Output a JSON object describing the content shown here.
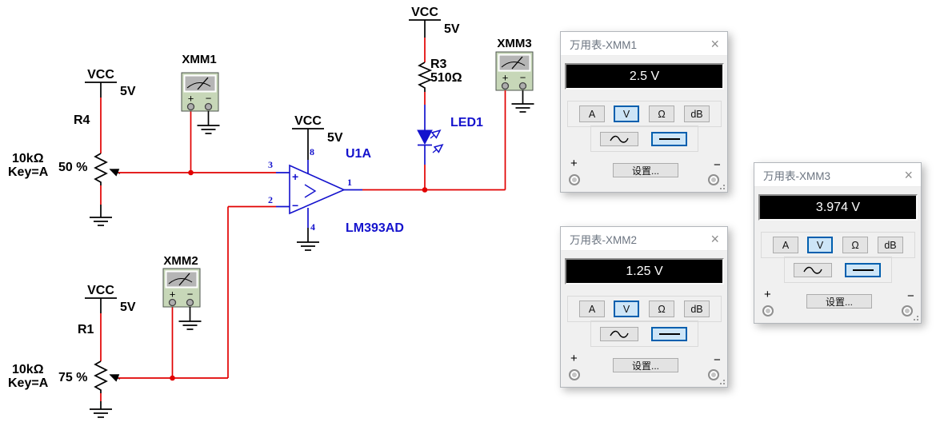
{
  "schematic": {
    "vcc": "VCC",
    "v5": "5V",
    "r4": {
      "ref": "R4",
      "value": "10kΩ",
      "key": "Key=A",
      "percent": "50 %"
    },
    "r1": {
      "ref": "R1",
      "value": "10kΩ",
      "key": "Key=A",
      "percent": "75 %"
    },
    "r3": {
      "ref": "R3",
      "value": "510Ω"
    },
    "led1": {
      "ref": "LED1"
    },
    "u1a": {
      "ref": "U1A",
      "part": "LM393AD",
      "pin1": "1",
      "pin2": "2",
      "pin3": "3",
      "pin4": "4",
      "pin8": "8",
      "noninv": "+",
      "inv": "−",
      "comparator": "&gt;"
    },
    "xmm1": {
      "label": "XMM1",
      "plus": "+",
      "minus": "−"
    },
    "xmm2": {
      "label": "XMM2",
      "plus": "+",
      "minus": "−"
    },
    "xmm3": {
      "label": "XMM3",
      "plus": "+",
      "minus": "−"
    }
  },
  "meters": [
    {
      "title": "万用表-XMM1",
      "reading": "2.5 V",
      "selected_mode": "V",
      "selected_coupling": "DC"
    },
    {
      "title": "万用表-XMM2",
      "reading": "1.25 V",
      "selected_mode": "V",
      "selected_coupling": "DC"
    },
    {
      "title": "万用表-XMM3",
      "reading": "3.974 V",
      "selected_mode": "V",
      "selected_coupling": "DC"
    }
  ],
  "meter_panel": {
    "close": "×",
    "btn_a": "A",
    "btn_v": "V",
    "btn_ohm": "Ω",
    "btn_db": "dB",
    "settings": "设置...",
    "plus": "+",
    "minus": "−"
  },
  "colors": {
    "wire_red": "#e10000",
    "component_blue": "#1412cd",
    "meter_body_green": "#c7d7b8",
    "selected_bg": "#cde5f7",
    "selected_border": "#005fae",
    "display_bg": "#000000",
    "display_text": "#ffffff",
    "title_text": "#6b7480"
  }
}
